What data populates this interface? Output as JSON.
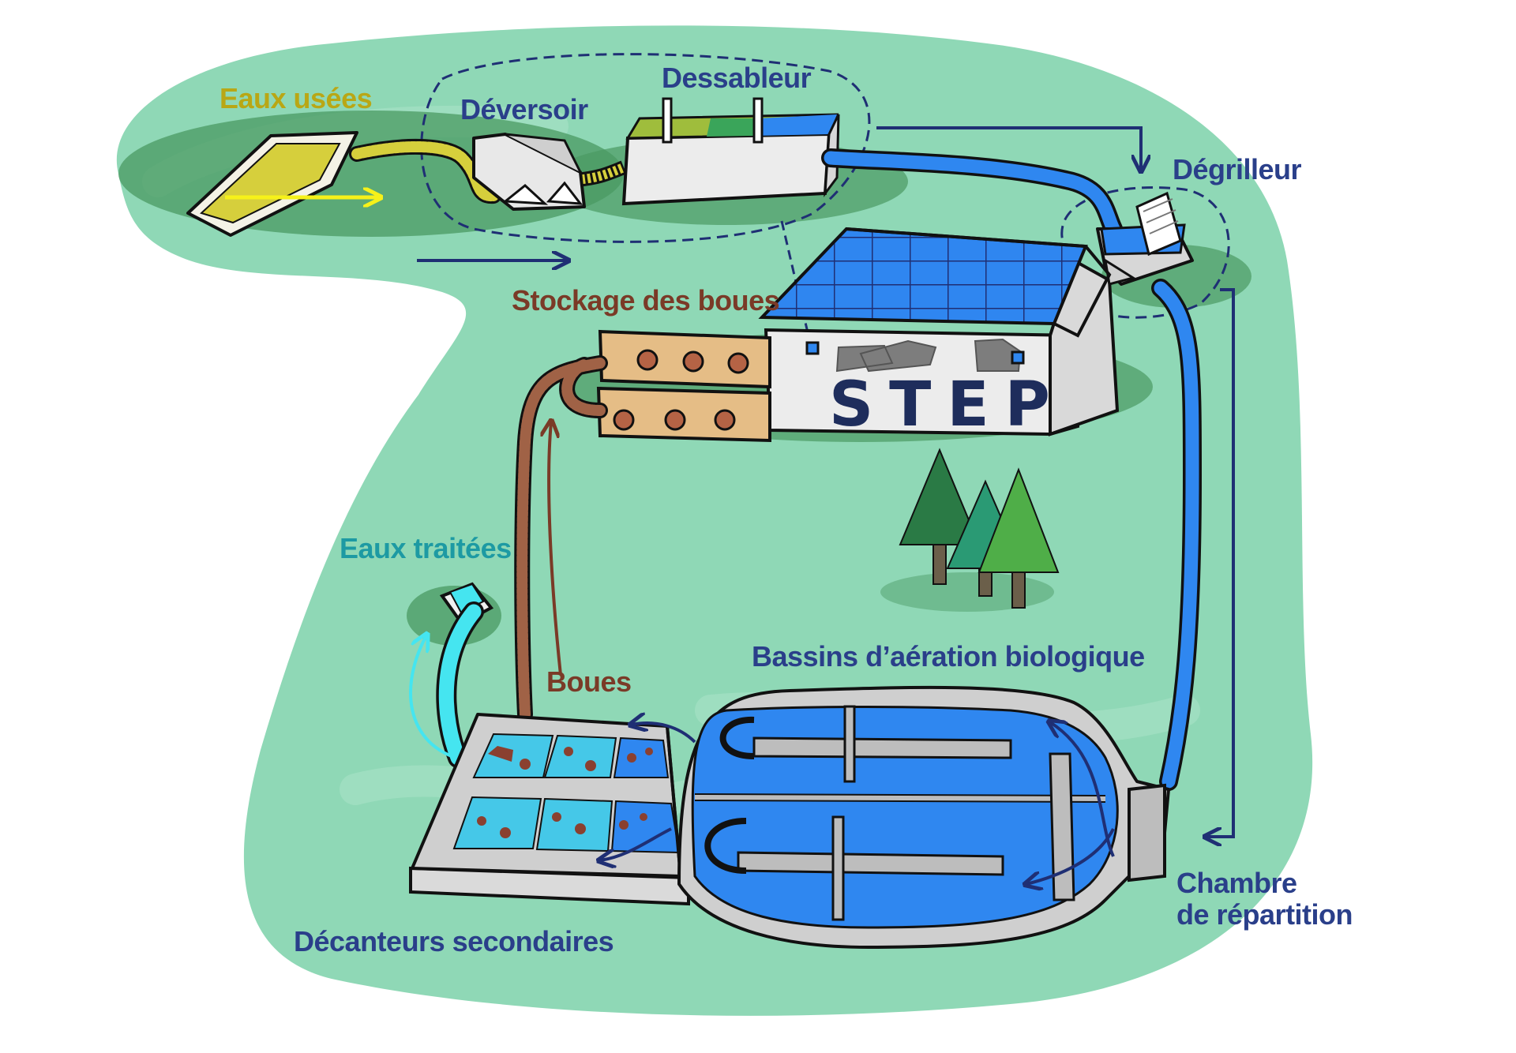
{
  "labels": {
    "eaux_usees": "Eaux usées",
    "deversoir": "Déversoir",
    "dessableur": "Dessableur",
    "degrilleur": "Dégrilleur",
    "stockage_boues": "Stockage des boues",
    "step": "STEP",
    "eaux_traitees": "Eaux traitées",
    "boues": "Boues",
    "bassins_aeration": "Bassins d’aération biologique",
    "decanteurs": "Décanteurs secondaires",
    "chambre_line1": "Chambre",
    "chambre_line2": "de répartition"
  },
  "colors": {
    "background_land": "#8fd8b6",
    "label_navy": "#2a3f8a",
    "label_olive": "#b9a715",
    "label_brown": "#7a3a27",
    "label_teal": "#1d9aa3",
    "water_blue": "#2f87f0",
    "wastewater_yellow": "#d6cf3c",
    "sludge_brown": "#a06246",
    "treated_cyan": "#45e5f0",
    "flow_arrow_navy": "#1f2f74"
  }
}
